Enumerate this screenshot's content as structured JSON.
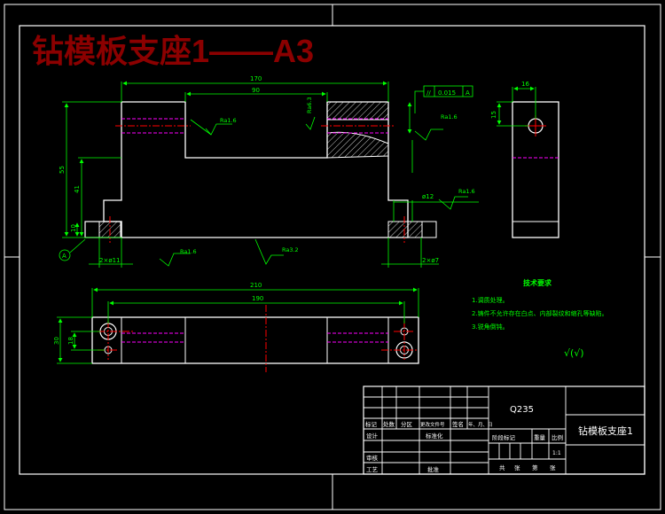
{
  "title": "钻模板支座1——A3",
  "dims": {
    "overall_length": "170",
    "slot_length": "90",
    "height_total": "55",
    "height_mid": "41",
    "height_base": "10",
    "right_hole": "16",
    "right_height": "15",
    "plan_length_outer": "210",
    "plan_length_inner": "190",
    "plan_width": "30",
    "plan_width_inner": "18",
    "base_hole_left": "2×ø11",
    "base_hole_right": "2×ø7",
    "base_small": "ø12"
  },
  "tolerance": {
    "symbol": "//",
    "value": "0.015",
    "datum": "A"
  },
  "roughness": {
    "r1": "Ra1.6",
    "r2": "Ra1.6",
    "r3": "Ra1.6",
    "r4": "Ra3.2",
    "r5": "Ra1.6",
    "r6": "Ra6.3"
  },
  "datum_label": "A",
  "tech_requirements": {
    "heading": "技术要求",
    "items": [
      "1.调质处理。",
      "2.铸件不允许存在白点、内部裂纹和缩孔等缺陷。",
      "3.锐角倒钝。"
    ],
    "finish_mark": "√(√)"
  },
  "title_block": {
    "material": "Q235",
    "part_name": "钻模板支座1",
    "scale": "1:1",
    "row_labels": [
      "标记",
      "处数",
      "分区",
      "更改文件号",
      "签名",
      "年、月、日"
    ],
    "left_labels": [
      "设计",
      "审核",
      "工艺"
    ],
    "std_label": "标准化",
    "approve_label": "批准",
    "stage_labels": [
      "阶段标记",
      "重量",
      "比例"
    ],
    "sheet_labels": [
      "共",
      "张",
      "第",
      "张"
    ]
  },
  "colors": {
    "frame": "#ffffff",
    "dimension": "#00ff00",
    "center": "#ff0000",
    "hidden": "#ff00ff",
    "title": "#8b0000",
    "hatch": "#ffffff"
  }
}
